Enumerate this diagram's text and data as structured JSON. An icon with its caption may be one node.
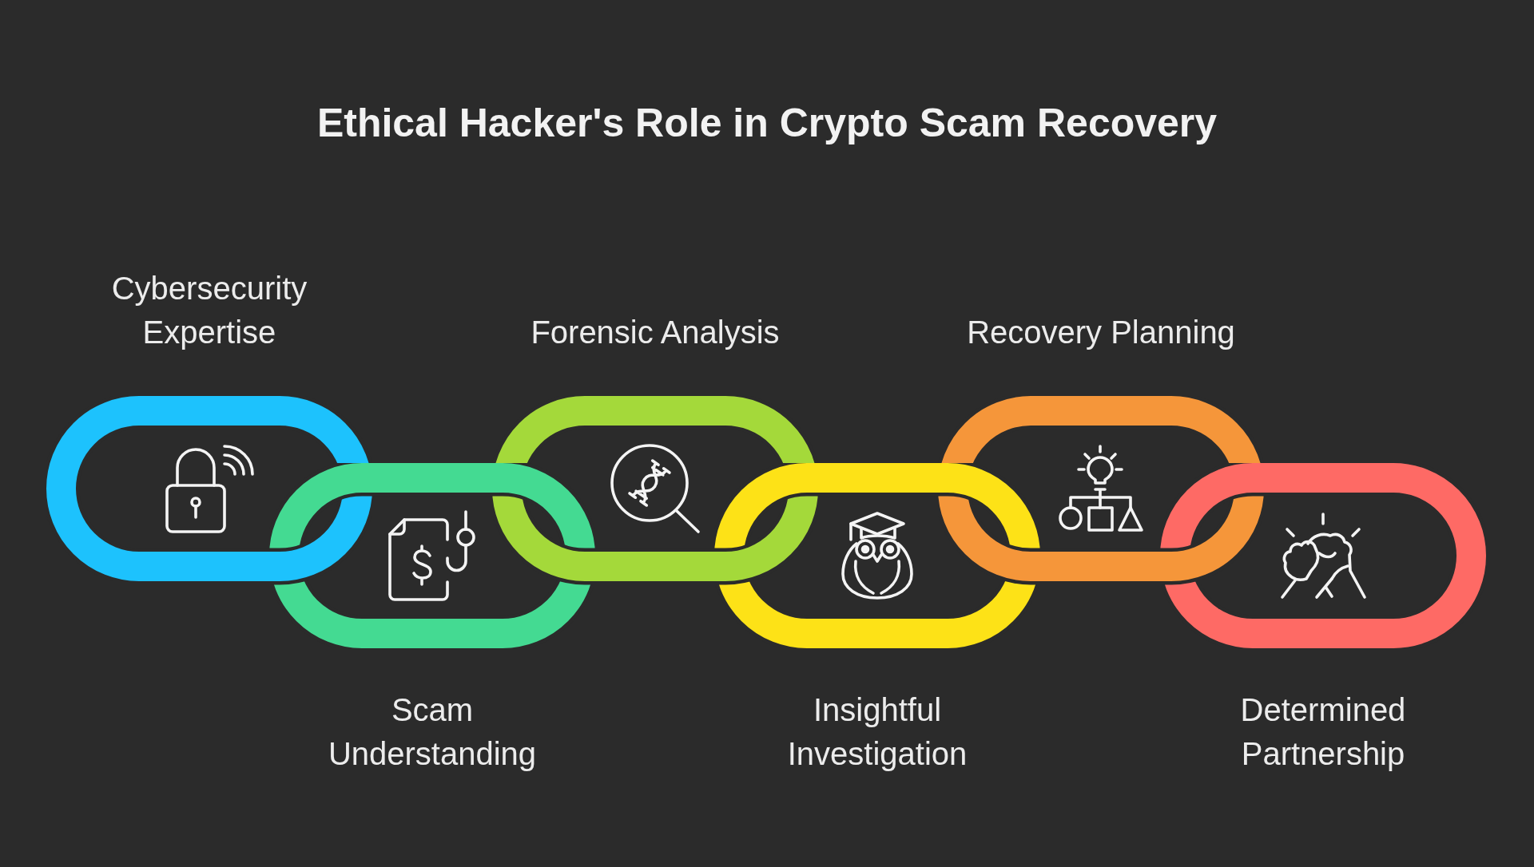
{
  "diagram": {
    "title": "Ethical Hacker's Role in Crypto Scam Recovery",
    "nodes": [
      {
        "text": [
          "Cybersecurity Expertise"
        ]
      },
      {
        "text": [
          "Scam Understanding"
        ]
      },
      {
        "text": [
          "Forensic Analysis"
        ]
      },
      {
        "text": [
          "Insightful Investigation"
        ]
      },
      {
        "text": [
          "Recovery Planning"
        ]
      },
      {
        "text": [
          "Determined Partnership"
        ]
      }
    ]
  }
}
